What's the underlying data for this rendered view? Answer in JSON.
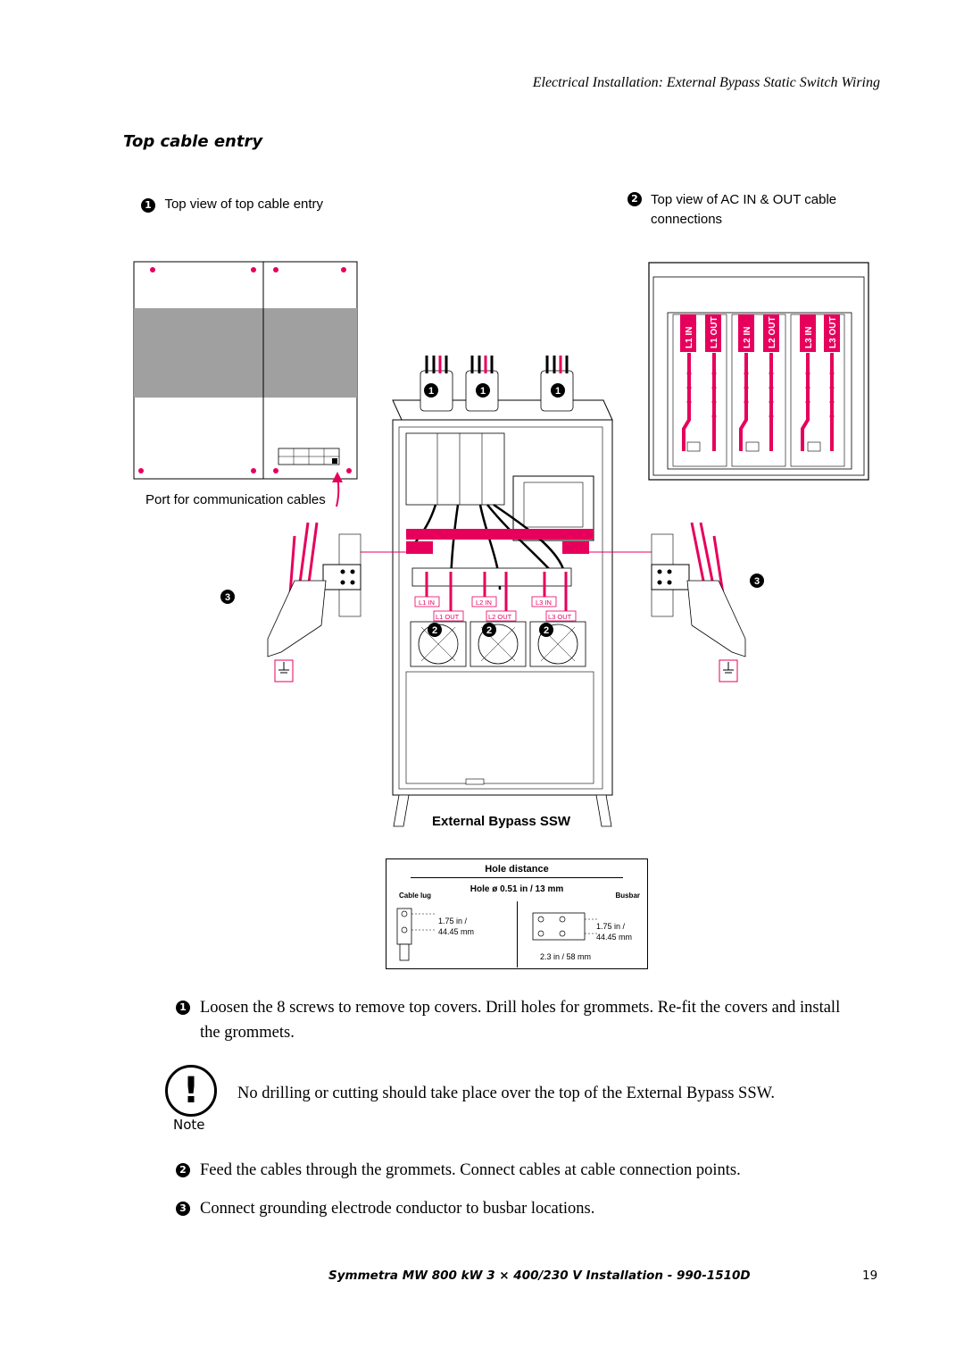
{
  "header": {
    "title": "Electrical Installation: External Bypass Static Switch Wiring"
  },
  "section": {
    "title": "Top cable entry"
  },
  "callouts": {
    "c1_num": "1",
    "c1_text": "Top view of top cable entry",
    "c2_num": "2",
    "c2_text_line1": "Top view of AC IN & OUT cable",
    "c2_text_line2": "connections",
    "port_label": "Port for communication cables",
    "c3_num": "3"
  },
  "cabinet": {
    "label": "External Bypass SSW",
    "terminals_in": [
      "L1 IN",
      "L2 IN",
      "L3 IN"
    ],
    "terminals_out": [
      "L1 OUT",
      "L2 OUT",
      "L3 OUT"
    ],
    "top_labels": [
      "L1 IN",
      "L1 OUT",
      "L2 IN",
      "L2 OUT",
      "L3 IN",
      "L3 OUT"
    ]
  },
  "hole_table": {
    "title": "Hole distance",
    "subtitle": "Hole ø 0.51 in / 13 mm",
    "col_left": "Cable lug",
    "col_right": "Busbar",
    "lug_dim_line1": "1.75 in /",
    "lug_dim_line2": "44.45 mm",
    "bus_dim_line1": "1.75 in /",
    "bus_dim_line2": "44.45 mm",
    "bus_width": "2.3 in / 58 mm"
  },
  "steps": [
    {
      "num": "1",
      "text": "Loosen the 8 screws to remove top covers. Drill holes for grommets. Re-fit the covers and install the grommets."
    },
    {
      "num": "2",
      "text": "Feed the cables through the grommets. Connect cables at cable connection points."
    },
    {
      "num": "3",
      "text": "Connect grounding electrode conductor to busbar locations."
    }
  ],
  "note": {
    "icon_label": "Note",
    "text": "No drilling or cutting should take place over the top of the External Bypass SSW."
  },
  "footer": {
    "doc_title": "Symmetra MW 800 kW 3 × 400/230 V Installation - 990-1510D",
    "page_number": "19"
  },
  "colors": {
    "accent": "#e6005c",
    "gray_panel": "#a0a0a0"
  }
}
